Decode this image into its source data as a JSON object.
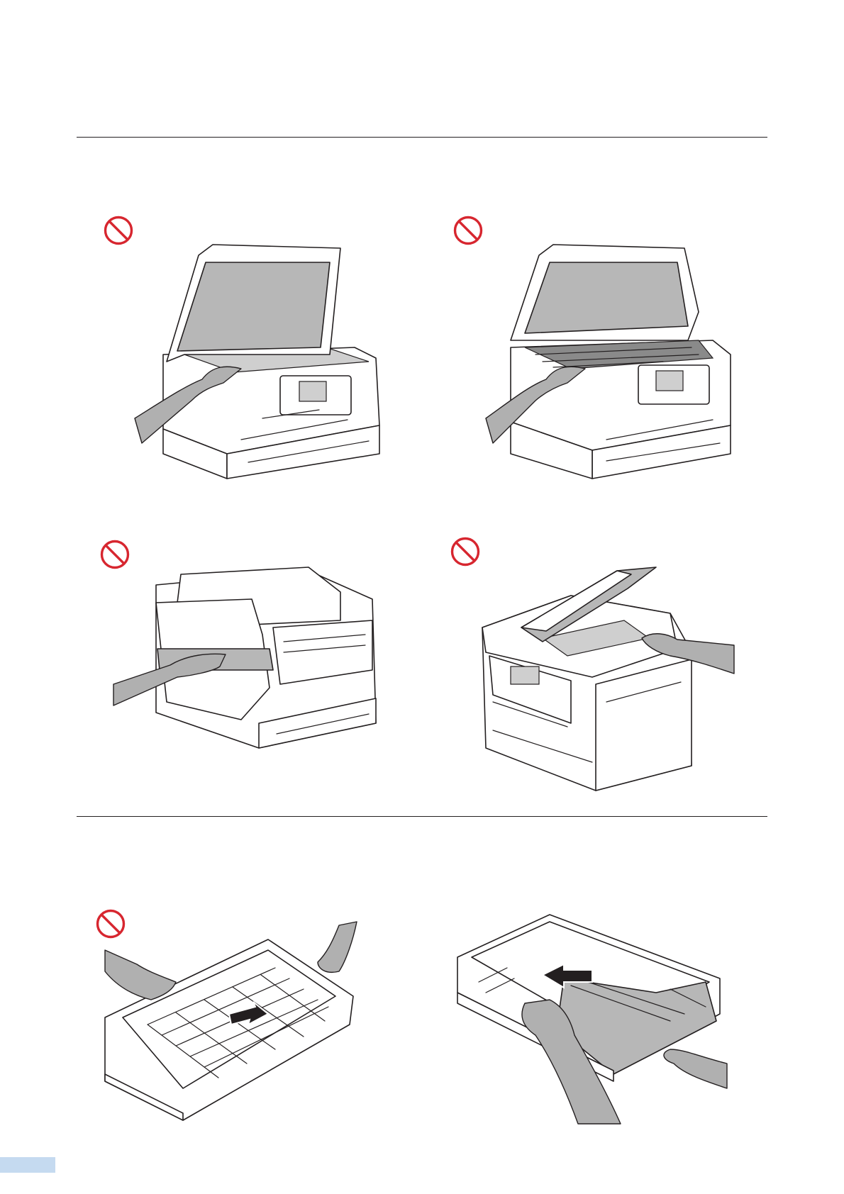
{
  "page": {
    "accent_tab_color": "#c5daf0",
    "rule_color": "#231f20",
    "prohibit_color": "#d7262f"
  },
  "icons": {
    "prohibit": "prohibition-icon"
  },
  "figures": [
    {
      "id": "fig-1",
      "subject": "hand-on-scanner-glass",
      "prohibited": true
    },
    {
      "id": "fig-2",
      "subject": "hand-inside-open-scanner",
      "prohibited": true
    },
    {
      "id": "fig-3",
      "subject": "hand-under-jam-cover",
      "prohibited": true
    },
    {
      "id": "fig-4",
      "subject": "hand-on-adf-cover",
      "prohibited": true
    },
    {
      "id": "fig-5",
      "subject": "tray-grip-wrong",
      "prohibited": true
    },
    {
      "id": "fig-6",
      "subject": "tray-pushed-correctly",
      "prohibited": false
    }
  ]
}
